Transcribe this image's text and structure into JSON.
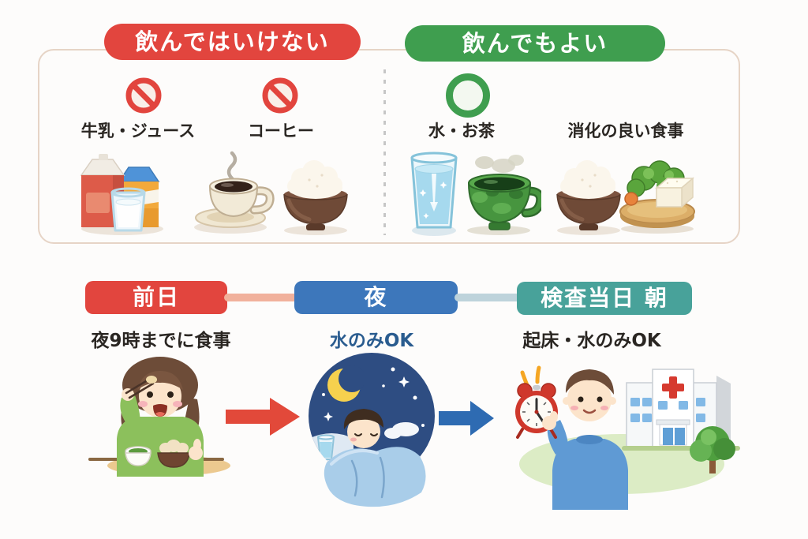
{
  "panels": {
    "forbidden": {
      "header": "飲んではいけない",
      "header_color": "#e2453e",
      "status_icon": "prohibition-icon",
      "items": [
        {
          "label": "牛乳・ジュース"
        },
        {
          "label": "コーヒー"
        }
      ],
      "illustrations": [
        "milk-and-juice-cartons-with-glass",
        "coffee-cup",
        "rice-bowl"
      ]
    },
    "allowed": {
      "header": "飲んでもよい",
      "header_color": "#3f9e4f",
      "status_icon": "ok-circle-icon",
      "items": [
        {
          "label": "水・お茶"
        },
        {
          "label": "消化の良い食事"
        }
      ],
      "illustrations": [
        "water-glass",
        "green-tea-cup",
        "rice-bowl",
        "light-meal-plate"
      ]
    }
  },
  "timeline": {
    "steps": [
      {
        "label": "前日",
        "pill_color": "#e2453e",
        "caption": "夜9時までに食事",
        "caption_color": "#2a2622",
        "illustration": "woman-eating-dinner"
      },
      {
        "label": "夜",
        "pill_color": "#3d77bb",
        "caption": "水のみOK",
        "caption_color": "#2a5c8f",
        "illustration": "sleeping-at-night-water-only"
      },
      {
        "label": "検査当日 朝",
        "pill_color": "#48a29a",
        "caption": "起床・水のみOK",
        "caption_color": "#2a2622",
        "illustration": "boy-with-alarm-clock-and-hospital"
      }
    ],
    "connector_colors": [
      "#f1b19c",
      "#bed3db"
    ],
    "arrow_icons": [
      "red-arrow-right",
      "blue-arrow-right"
    ]
  },
  "colors": {
    "panel_border": "#e6d4c6",
    "text_dark": "#2a2622",
    "background": "#fdfcfb"
  }
}
